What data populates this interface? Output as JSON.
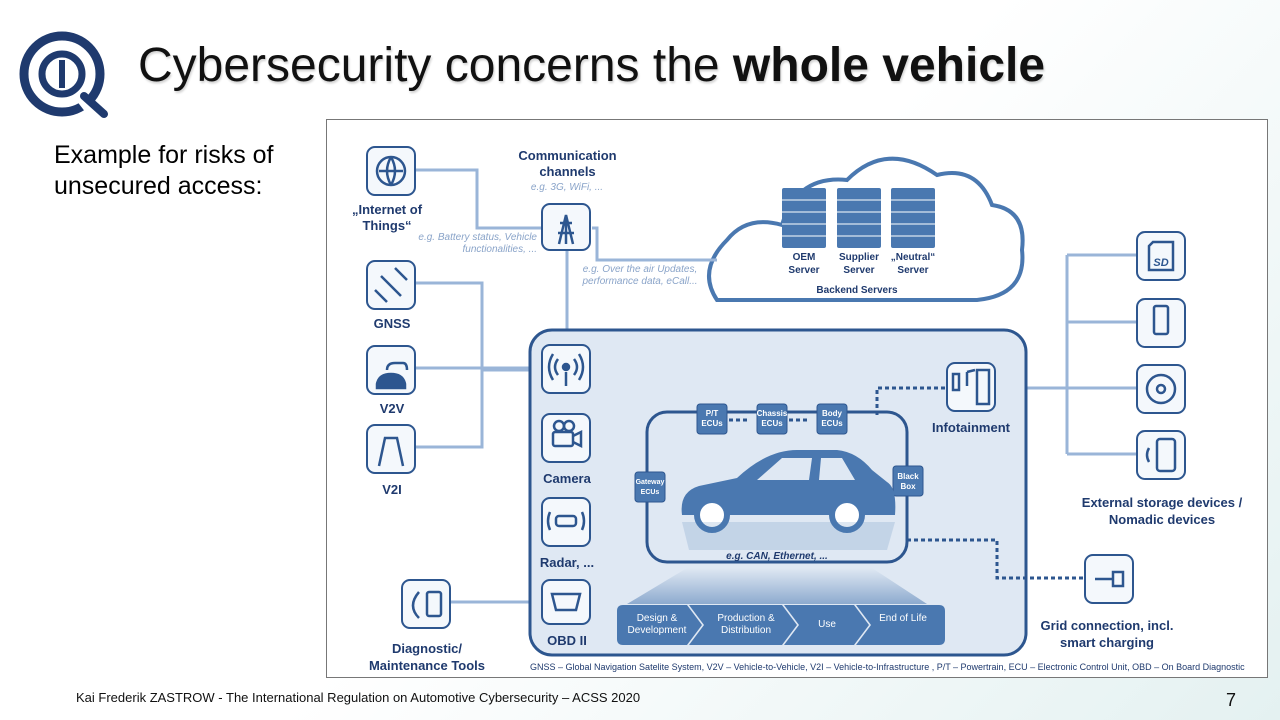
{
  "slide": {
    "title_regular": "Cybersecurity concerns the ",
    "title_bold": "whole vehicle",
    "subtitle": "Example for risks of unsecured access:",
    "footer": "Kai Frederik ZASTROW - The International Regulation on Automotive Cybersecurity – ACSS 2020",
    "page_number": "7"
  },
  "figure": {
    "comm_channels": "Communication channels",
    "comm_note": "e.g. 3G, WiFi, ...",
    "iot": "„Internet of Things“",
    "iot_note": "e.g. Battery status, Vehicle functionalities, ...",
    "ota_note": "e.g. Over the air Updates, performance data, eCall...",
    "gnss": "GNSS",
    "v2v": "V2V",
    "v2i": "V2I",
    "oem_server": "OEM Server",
    "supplier_server": "Supplier Server",
    "neutral_server": "„Neutral“ Server",
    "backend_servers": "Backend Servers",
    "camera": "Camera",
    "radar": "Radar, ...",
    "obd": "OBD II",
    "infotainment": "Infotainment",
    "pt_ecus": "P/T ECUs",
    "chassis_ecus": "Chassis ECUs",
    "body_ecus": "Body ECUs",
    "gateway_ecus": "Gateway ECUs",
    "black_box": "Black Box",
    "bus_note": "e.g. CAN, Ethernet, ...",
    "external_storage": "External storage devices / Nomadic devices",
    "grid": "Grid connection, incl. smart charging",
    "diagnostic": "Diagnostic/ Maintenance Tools",
    "sd_label": "SD",
    "phases": [
      "Design & Development",
      "Production & Distribution",
      "Use",
      "End of Life"
    ],
    "footnote": "GNSS – Global Navigation Satelite System, V2V – Vehicle-to-Vehicle, V2I – Vehicle-to-Infrastructure , P/T – Powertrain, ECU – Electronic Control Unit, OBD – On Board Diagnostic"
  },
  "colors": {
    "accent": "#1f3a6e",
    "diagram_blue": "#4a78b0",
    "light_line": "#9ab5d8",
    "vehicle_bg": "#dfe8f3"
  }
}
